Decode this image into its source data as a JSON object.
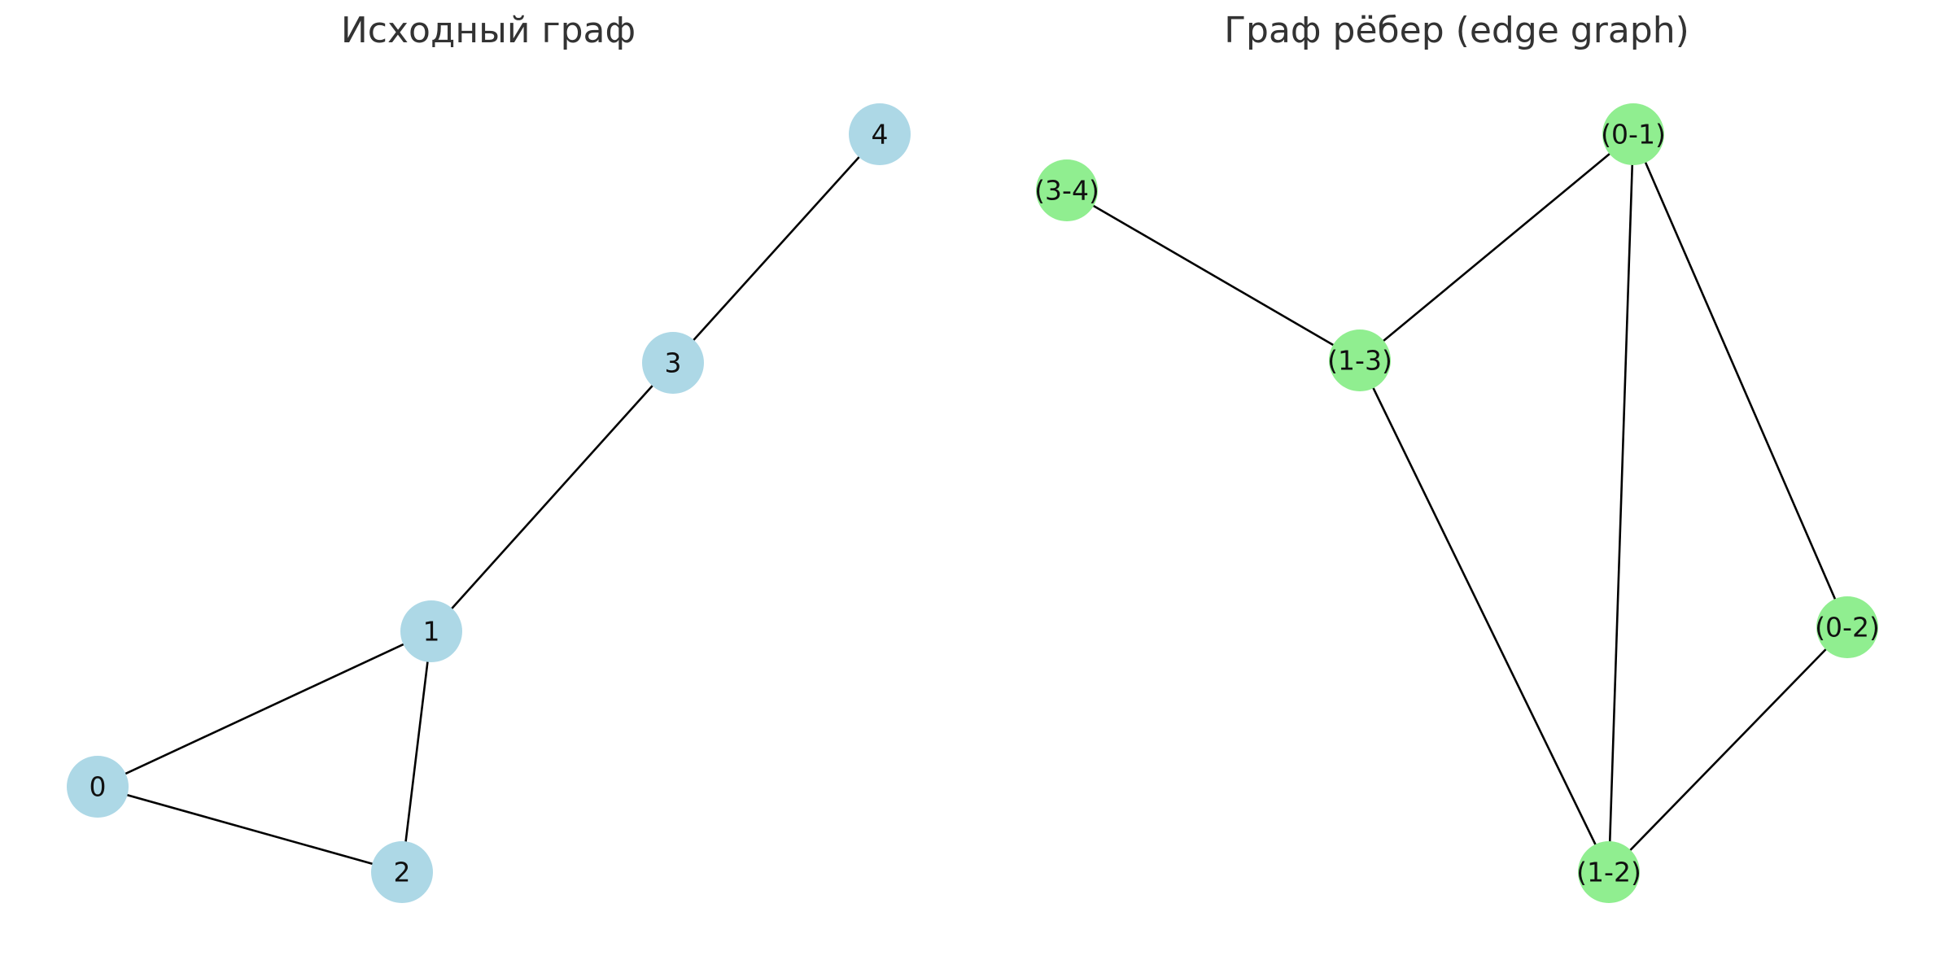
{
  "panels": [
    {
      "id": "original",
      "title": "Исходный граф",
      "node_color": "#ADD8E6",
      "nodes": [
        {
          "id": "0",
          "label": "0"
        },
        {
          "id": "1",
          "label": "1"
        },
        {
          "id": "2",
          "label": "2"
        },
        {
          "id": "3",
          "label": "3"
        },
        {
          "id": "4",
          "label": "4"
        }
      ],
      "edges": [
        [
          "0",
          "1"
        ],
        [
          "0",
          "2"
        ],
        [
          "1",
          "2"
        ],
        [
          "1",
          "3"
        ],
        [
          "3",
          "4"
        ]
      ]
    },
    {
      "id": "edge-graph",
      "title": "Граф рёбер (edge graph)",
      "node_color": "#90EE90",
      "nodes": [
        {
          "id": "0-1",
          "label": "(0-1)"
        },
        {
          "id": "3-4",
          "label": "(3-4)"
        },
        {
          "id": "1-3",
          "label": "(1-3)"
        },
        {
          "id": "0-2",
          "label": "(0-2)"
        },
        {
          "id": "1-2",
          "label": "(1-2)"
        }
      ],
      "edges": [
        [
          "0-1",
          "1-3"
        ],
        [
          "0-1",
          "1-2"
        ],
        [
          "0-1",
          "0-2"
        ],
        [
          "3-4",
          "1-3"
        ],
        [
          "1-3",
          "1-2"
        ],
        [
          "0-2",
          "1-2"
        ]
      ]
    }
  ]
}
